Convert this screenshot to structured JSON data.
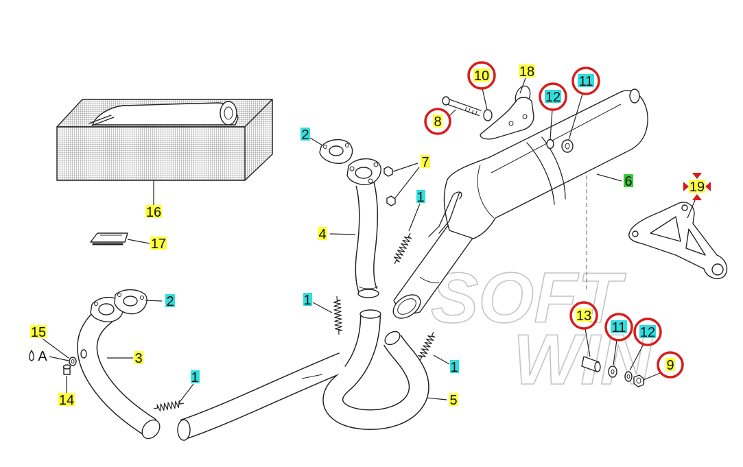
{
  "palette": {
    "yellow": "#ffff3a",
    "cyan": "#30dede",
    "green": "#38c838",
    "circle": "#d81c1c",
    "watermark": "#c4c4c4"
  },
  "watermark": {
    "line1": "SOFT",
    "line2": "WIN"
  },
  "note": {
    "symbol_text": "A",
    "icon": "drop-icon"
  },
  "callouts": [
    {
      "text": "10",
      "highlight": "yellow",
      "circled": true
    },
    {
      "text": "18",
      "highlight": "yellow",
      "circled": false
    },
    {
      "text": "12",
      "highlight": "cyan",
      "circled": true
    },
    {
      "text": "11",
      "highlight": "cyan",
      "circled": true
    },
    {
      "text": "8",
      "highlight": "yellow",
      "circled": true
    },
    {
      "text": "2",
      "highlight": "cyan",
      "circled": false
    },
    {
      "text": "7",
      "highlight": "yellow",
      "circled": false
    },
    {
      "text": "6",
      "highlight": "green",
      "circled": false
    },
    {
      "text": "19",
      "highlight": "yellow",
      "circled": false,
      "icon": "move-arrows-icon"
    },
    {
      "text": "16",
      "highlight": "yellow",
      "circled": false
    },
    {
      "text": "1",
      "highlight": "cyan",
      "circled": false
    },
    {
      "text": "4",
      "highlight": "yellow",
      "circled": false
    },
    {
      "text": "17",
      "highlight": "yellow",
      "circled": false
    },
    {
      "text": "1",
      "highlight": "cyan",
      "circled": false
    },
    {
      "text": "2",
      "highlight": "cyan",
      "circled": false
    },
    {
      "text": "13",
      "highlight": "yellow",
      "circled": true
    },
    {
      "text": "11",
      "highlight": "cyan",
      "circled": true
    },
    {
      "text": "12",
      "highlight": "cyan",
      "circled": true
    },
    {
      "text": "15",
      "highlight": "yellow",
      "circled": false
    },
    {
      "text": "3",
      "highlight": "yellow",
      "circled": false
    },
    {
      "text": "1",
      "highlight": "cyan",
      "circled": false
    },
    {
      "text": "9",
      "highlight": "yellow",
      "circled": true
    },
    {
      "text": "1",
      "highlight": "cyan",
      "circled": false
    },
    {
      "text": "14",
      "highlight": "yellow",
      "circled": false
    },
    {
      "text": "5",
      "highlight": "yellow",
      "circled": false
    }
  ]
}
